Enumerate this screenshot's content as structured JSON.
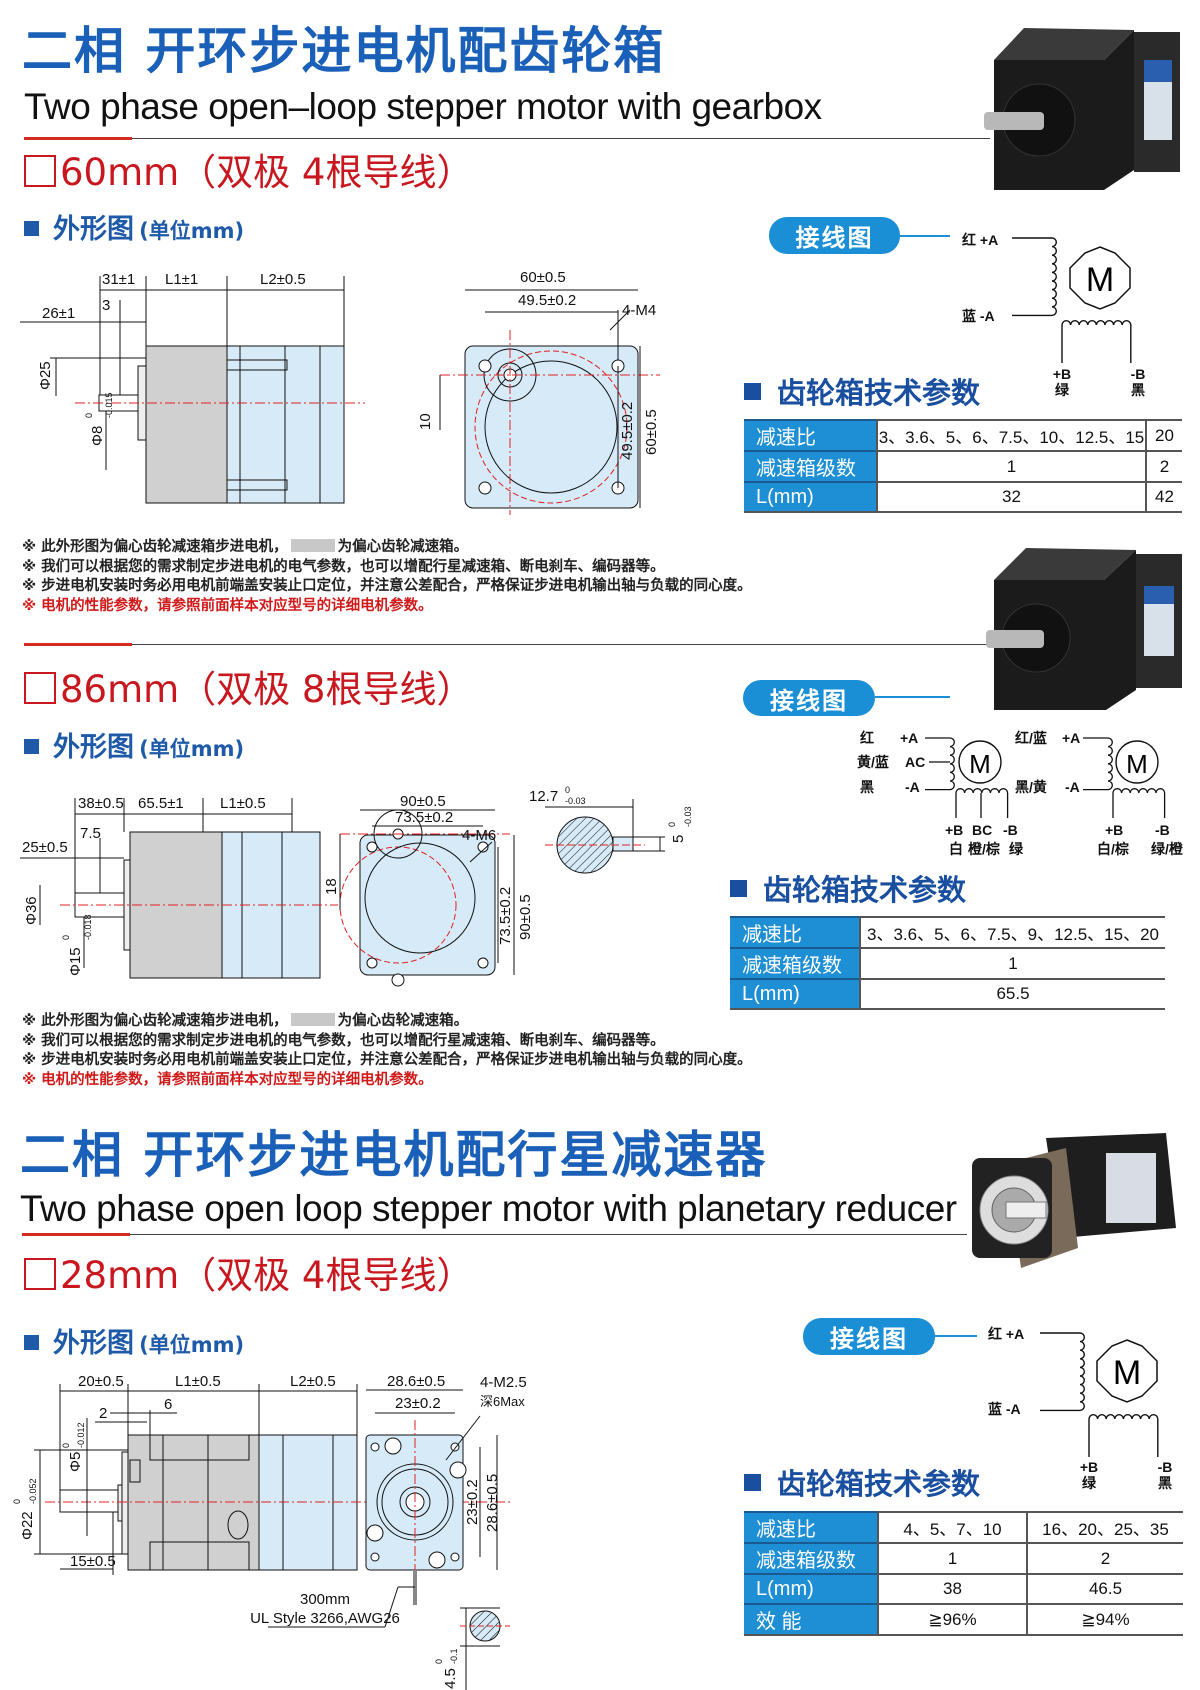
{
  "section1": {
    "title_cn": "二相 开环步进电机配齿轮箱",
    "title_en": "Two phase open–loop stepper motor with gearbox"
  },
  "frame60": {
    "size_title": "60mm（双极 4根导线）",
    "outline_label": "外形图",
    "unit_label": "(单位mm)",
    "wiring_label": "接线图",
    "dims": {
      "a": "31±1",
      "b": "L1±1",
      "c": "L2±0.5",
      "d": "26±1",
      "e": "3",
      "f": "Φ25",
      "g": "Φ8",
      "g_tol_up": "0",
      "g_tol_dn": "-0.015",
      "h": "60±0.5",
      "i": "49.5±0.2",
      "j": "4-M4",
      "k": "10",
      "l": "49.5±0.2",
      "m": "60±0.5"
    },
    "wiring": {
      "a_plus": "红  +A",
      "a_minus": "蓝  -A",
      "motor": "M",
      "b_plus": "+B",
      "b_plus_color": "绿",
      "b_minus": "-B",
      "b_minus_color": "黑"
    },
    "params_title": "齿轮箱技术参数",
    "table": {
      "rows": [
        {
          "label": "减速比",
          "v1": "3、3.6、5、6、7.5、10、12.5、15",
          "v2": "20"
        },
        {
          "label": "减速箱级数",
          "v1": "1",
          "v2": "2"
        },
        {
          "label": "L(mm)",
          "v1": "32",
          "v2": "42"
        }
      ]
    },
    "notes": {
      "n1a": "※ 此外形图为偏心齿轮减速箱步进电机，",
      "n1b": "为偏心齿轮减速箱。",
      "n2": "※ 我们可以根据您的需求制定步进电机的电气参数，也可以增配行星减速箱、断电刹车、编码器等。",
      "n3": "※ 步进电机安装时务必用电机前端盖安装止口定位，并注意公差配合，严格保证步进电机输出轴与负载的同心度。",
      "n4": "※ 电机的性能参数，请参照前面样本对应型号的详细电机参数。"
    }
  },
  "frame86": {
    "size_title": "86mm（双极 8根导线）",
    "outline_label": "外形图",
    "unit_label": "(单位mm)",
    "wiring_label": "接线图",
    "dims": {
      "a": "38±0.5",
      "b": "65.5±1",
      "c": "L1±0.5",
      "d": "25±0.5",
      "e": "7.5",
      "f": "Φ36",
      "g": "Φ15",
      "g_tol_up": "0",
      "g_tol_dn": "-0.018",
      "h": "90±0.5",
      "i": "73.5±0.2",
      "j": "4-M6",
      "k": "18",
      "l": "73.5±0.2",
      "m": "90±0.5",
      "n": "12.7",
      "n_tol_up": "0",
      "n_tol_dn": "-0.03",
      "o": "5",
      "o_tol_up": "0",
      "o_tol_dn": "-0.03"
    },
    "wiring_left": {
      "c1": "红",
      "l1": "+A",
      "c2": "黄/蓝",
      "l2": "AC",
      "c3": "黑",
      "l3": "-A",
      "motor": "M",
      "b1": "+B",
      "b2": "BC",
      "b3": "-B",
      "bc1": "白",
      "bc2": "橙/棕",
      "bc3": "绿"
    },
    "wiring_right": {
      "c1": "红/蓝",
      "l1": "+A",
      "c3": "黑/黄",
      "l3": "-A",
      "motor": "M",
      "b1": "+B",
      "b3": "-B",
      "bc1": "白/棕",
      "bc3": "绿/橙"
    },
    "params_title": "齿轮箱技术参数",
    "table": {
      "rows": [
        {
          "label": "减速比",
          "v1": "3、3.6、5、6、7.5、9、12.5、15、20"
        },
        {
          "label": "减速箱级数",
          "v1": "1"
        },
        {
          "label": "L(mm)",
          "v1": "65.5"
        }
      ]
    },
    "notes": {
      "n1a": "※ 此外形图为偏心齿轮减速箱步进电机，",
      "n1b": "为偏心齿轮减速箱。",
      "n2": "※ 我们可以根据您的需求制定步进电机的电气参数，也可以增配行星减速箱、断电刹车、编码器等。",
      "n3": "※ 步进电机安装时务必用电机前端盖安装止口定位，并注意公差配合，严格保证步进电机输出轴与负载的同心度。",
      "n4": "※ 电机的性能参数，请参照前面样本对应型号的详细电机参数。"
    }
  },
  "section2": {
    "title_cn": "二相 开环步进电机配行星减速器",
    "title_en": "Two phase open loop stepper motor with planetary reducer"
  },
  "frame28": {
    "size_title": "28mm（双极 4根导线）",
    "outline_label": "外形图",
    "unit_label": "(单位mm)",
    "wiring_label": "接线图",
    "dims": {
      "a": "20±0.5",
      "b": "L1±0.5",
      "c": "L2±0.5",
      "d": "2",
      "e": "6",
      "f": "Φ5",
      "f_tol_up": "0",
      "f_tol_dn": "-0.012",
      "g": "Φ22",
      "g_tol_up": "0",
      "g_tol_dn": "-0.052",
      "h": "15±0.5",
      "i": "28.6±0.5",
      "j": "23±0.2",
      "k": "4-M2.5",
      "k2": "深6Max",
      "l": "23±0.2",
      "m": "28.6±0.5",
      "cable1": "300mm",
      "cable2": "UL Style 3266,AWG26",
      "n": "4.5",
      "n_tol_up": "0",
      "n_tol_dn": "-0.1"
    },
    "wiring": {
      "a_plus": "红  +A",
      "a_minus": "蓝  -A",
      "motor": "M",
      "b_plus": "+B",
      "b_plus_color": "绿",
      "b_minus": "-B",
      "b_minus_color": "黑"
    },
    "params_title": "齿轮箱技术参数",
    "table": {
      "rows": [
        {
          "label": "减速比",
          "v1": "4、5、7、10",
          "v2": "16、20、25、35"
        },
        {
          "label": "减速箱级数",
          "v1": "1",
          "v2": "2"
        },
        {
          "label": "L(mm)",
          "v1": "38",
          "v2": "46.5"
        },
        {
          "label": "效 能",
          "v1": "≧96%",
          "v2": "≧94%"
        }
      ]
    }
  },
  "colors": {
    "title_blue": "#1a5fb8",
    "accent_red": "#c8171e",
    "label_blue": "#1e8fd4",
    "pill_blue": "#1a8fd6"
  }
}
